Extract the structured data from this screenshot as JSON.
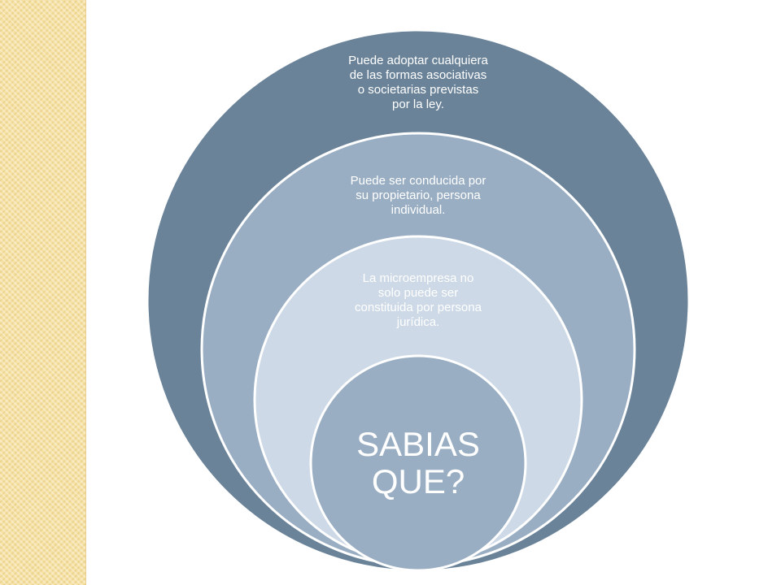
{
  "diagram": {
    "outer_ring": {
      "text": "Puede adoptar cualquiera de las formas asociativas o societarias previstas por la ley.",
      "color": "#6a8399"
    },
    "second_ring": {
      "text": "Puede ser conducida por su propietario, persona individual.",
      "color": "#99aec3"
    },
    "third_ring": {
      "text": "La microempresa no solo puede ser constituida por persona jurídica.",
      "color": "#cdd9e6"
    },
    "center": {
      "text": "SABIAS QUE?",
      "color": "#99aec3"
    },
    "outline_color": "#ffffff"
  },
  "decoration": {
    "side_strip_color": "#f6e2a4"
  }
}
